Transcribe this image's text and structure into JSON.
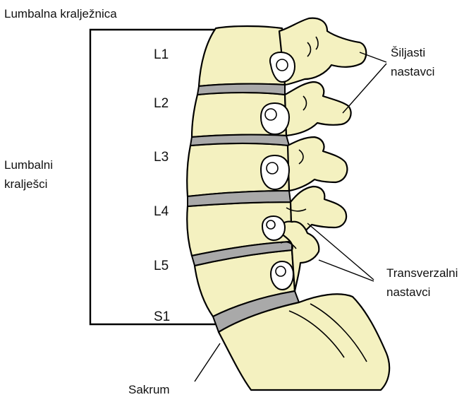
{
  "labels": {
    "title": "Lumbalna kralježnica",
    "vertebrae_group_line1": "Lumbalni",
    "vertebrae_group_line2": "kralješci",
    "spinous_line1": "Šiljasti",
    "spinous_line2": "nastavci",
    "transverse_line1": "Transverzalni",
    "transverse_line2": "nastavci",
    "sacrum": "Sakrum"
  },
  "levels": [
    "L1",
    "L2",
    "L3",
    "L4",
    "L5",
    "S1"
  ],
  "colors": {
    "bone": "#f4f1c0",
    "disc": "#a9a9a9",
    "outline": "#000000"
  }
}
